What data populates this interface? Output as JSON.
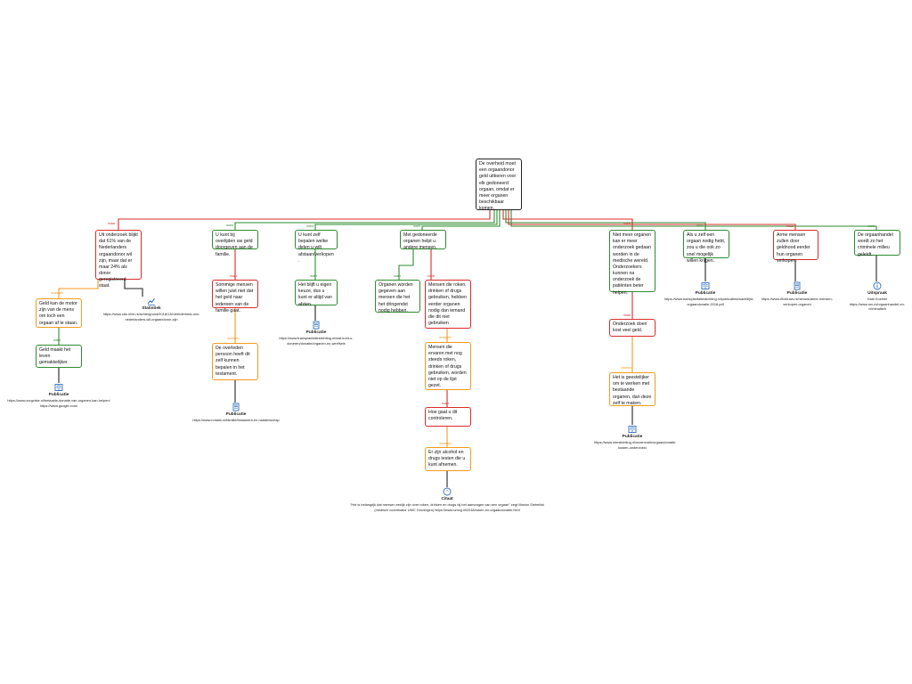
{
  "diagram": {
    "root": "De overheid moet een orgaandonor geld uitkeren voor elk gedoneerd orgaan, omdat er meer organen beschikbaar komen.",
    "arg_labels": {
      "pro": "want",
      "con": "maar",
      "ondanks": "ondanks"
    },
    "nodes": {
      "n1": "Uit onderzoek blijkt dat 61% van de Nederlanders orgaandonor wil zijn, maar dat er maar 24% als donor geregistreerd staat.",
      "n2": "U kunt bij overlijden uw geld doorgeven aan de familie.",
      "n3": "U kunt zelf bepalen welke delen u wilt afstaan/verkopen.",
      "n4": "Met gedoneerde organen helpt u andere mensen.",
      "n5": "Niet meer organen kan er meer onderzoek gedaan worden in de medische wereld. Onderzoekers kunnen na onderzoek de patiënten beter helpen.",
      "n6": "Als u zelf een orgaan nodig hebt, zou u die ook zo snel mogelijk willen krijgen.",
      "n7": "Arme mensen zullen door geldnood eerder hun organen verkopen.",
      "n8": "De orgaanhandel wordt zo het criminele milieu geleidt.",
      "n1a": "Geld kan de motor zijn van de mens om toch een orgaan af te staan.",
      "n1b": "Geld maakt het leven gemakkelijker.",
      "n2a": "Sommige mensen willen juist niet dat het geld naar iedereen van de familie gaat.",
      "n2b": "De overleden persoon heeft dit zelf kunnen bepalen in het testament.",
      "n3a": "Het blijft u eigen keuze, dus u kunt er altijd van afzien.",
      "n4a": "Organen worden gegeven aan mensen die het het dringendst nodig hebben.",
      "n4b": "Mensen die roken, drinken of drugs gebruiken, hebben eerder organen nodig dan iemand die dit niet gebruiken",
      "n4c": "Mensen die ervaren met nog steeds roken, drinken of drugs gebruiken, worden niet op de lijst gezet.",
      "n4d": "Hoe gaat u dit controleren.",
      "n4e": "Er zijn alcohol en drugs testen die u kunt afnemen.",
      "n5a": "Onderzoek doen kost veel geld.",
      "n5b": "Het is geestelijker om te werken met bestaande organen, dan deze zelf te maken."
    },
    "sources": {
      "s1": {
        "title": "Statistiek",
        "text": "https://www.cbs.nl/nl-nl/achtergrond/2018/13/meerderheid-van-nederlanders-wil-orgaandonor-zijn"
      },
      "s2": {
        "title": "Publicatie",
        "text": "https://www.zorgvisie.nl/betaalde-donatie-van-organen-kan-helpen/ https://www.google.com/"
      },
      "s3": {
        "title": "Publicatie",
        "text": "https://www.notaris.nl/familie/testament-en-nalatenschap"
      },
      "s4": {
        "title": "Publicatie",
        "text": "https://www.transplantatiestichting.nl/wat-kunt-u-doneren/donatie/organen-en-weefsels"
      },
      "s5": {
        "title": "Citaat",
        "text": "\"Het is belangrijk dat mensen eerlijk zijn over roken, drinken en drugs bij het aanvragen van een orgaan\" zegt Marion Siebelink (medisch coördinator UMC Groningen) https://www.umcg.nl/2018/roken-en-orgaandonatie.html"
      },
      "s6": {
        "title": "Publicatie",
        "text": "https://www.nierstichting.nl/onderzoek/orgaandonatie-kosten-onderzoek/"
      },
      "s7": {
        "title": "Publicatie",
        "text": "https://www.transplantatiestichting.nl/publicaties/wachtlijst-orgaandonatie-2018.pdf"
      },
      "s8": {
        "title": "Publicatie",
        "text": "https://www.rtlnieuws.nl/nieuws/arme-mensen-verkopen-organen"
      },
      "s9": {
        "title": "Uitspraak",
        "text": "Gabi Koehler https://www.nrc.nl/orgaanhandel-en-criminaliteit"
      }
    }
  },
  "colors": {
    "pro": "#2e8b2e",
    "con": "#d92b2b",
    "ondanks": "#f29a1e",
    "neutral": "#222222"
  }
}
